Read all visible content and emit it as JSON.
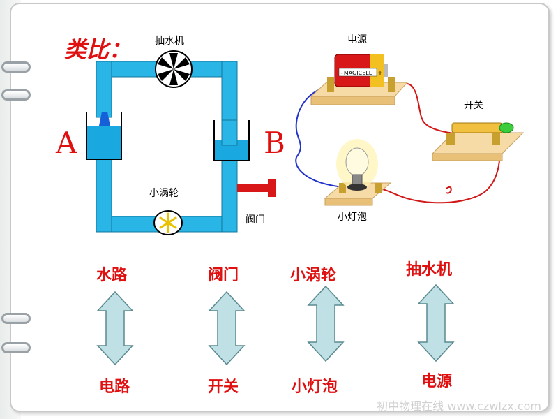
{
  "title": "类比：",
  "water": {
    "pump_label": "抽水机",
    "turbine_label": "小涡轮",
    "valve_label": "阀门",
    "point_a": "A",
    "point_b": "B"
  },
  "electric": {
    "source_label": "电源",
    "switch_label": "开关",
    "bulb_label": "小灯泡",
    "battery_text": "MAGICELL",
    "battery_plus": "+",
    "battery_minus": "-"
  },
  "pairs": [
    {
      "top": "水路",
      "bottom": "电路"
    },
    {
      "top": "阀门",
      "bottom": "开关"
    },
    {
      "top": "小涡轮",
      "bottom": "小灯泡"
    },
    {
      "top": "抽水机",
      "bottom": "电源"
    }
  ],
  "watermark": "初中物理在线   www.czwlzx.com",
  "colors": {
    "pipe": "#29b6e6",
    "water": "#1aa8e0",
    "text_red": "#e01010",
    "arrow_fill": "#bfe0e4",
    "board": "#f5d8a0"
  }
}
